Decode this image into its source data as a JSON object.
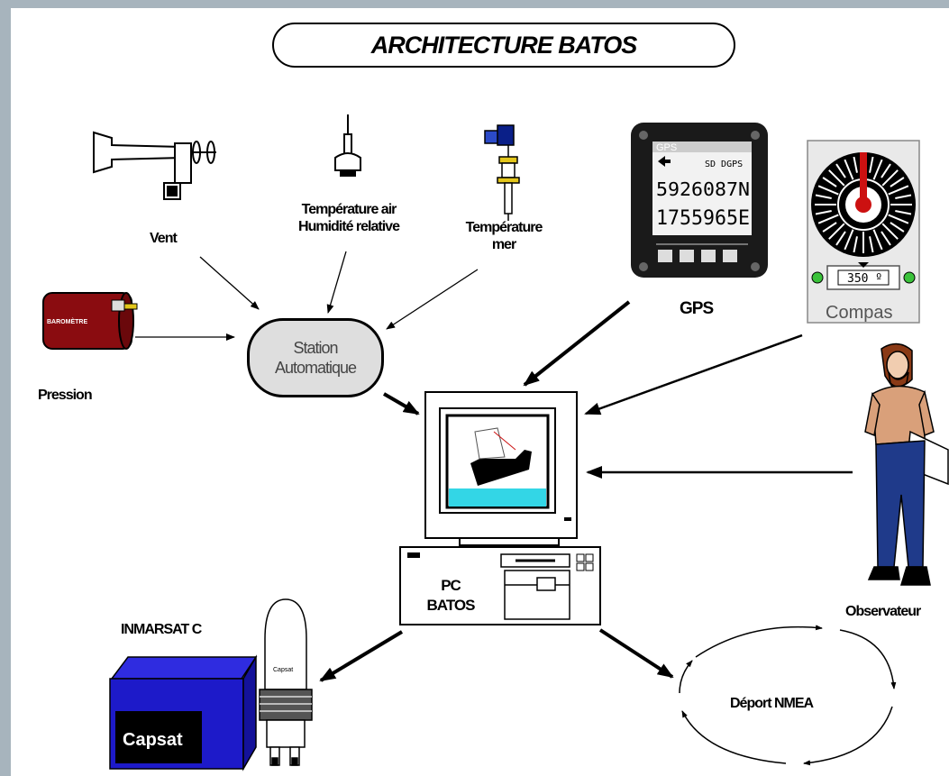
{
  "title": "ARCHITECTURE BATOS",
  "labels": {
    "vent": "Vent",
    "temp_air_1": "Température air",
    "temp_air_2": "Humidité relative",
    "temp_mer_1": "Température",
    "temp_mer_2": "mer",
    "gps": "GPS",
    "pression": "Pression",
    "station_1": "Station",
    "station_2": "Automatique",
    "pc_1": "PC",
    "pc_2": "BATOS",
    "observateur": "Observateur",
    "inmarsat": "INMARSAT C",
    "deport": "Déport NMEA"
  },
  "device_text": {
    "barometre": "BAROMÈTRE",
    "gps_screen_title": "GPS",
    "gps_line1": "SD DGPS",
    "gps_lat": "5926087N",
    "gps_lon": "1755965E",
    "compas_label": "Compas",
    "compas_value": "350 º",
    "capsat_box": "Capsat",
    "capsat_antenna": "Capsat"
  },
  "colors": {
    "barometer": "#8a0c10",
    "capsat_box": "#1d1ac9",
    "water": "#33d6e6",
    "observer_shirt": "#d9a07a",
    "observer_pants": "#1f3a8a",
    "compass_needle": "#cc1111",
    "gps_case": "#1a1a1a",
    "station_fill": "#dedede"
  },
  "icons": [
    "wind-vane-icon",
    "air-temperature-sensor-icon",
    "sea-temperature-sensor-icon",
    "gps-receiver-icon",
    "compass-icon",
    "barometer-icon",
    "pc-icon",
    "observer-icon",
    "capsat-terminal-icon",
    "capsat-antenna-icon",
    "nmea-loop-icon"
  ]
}
